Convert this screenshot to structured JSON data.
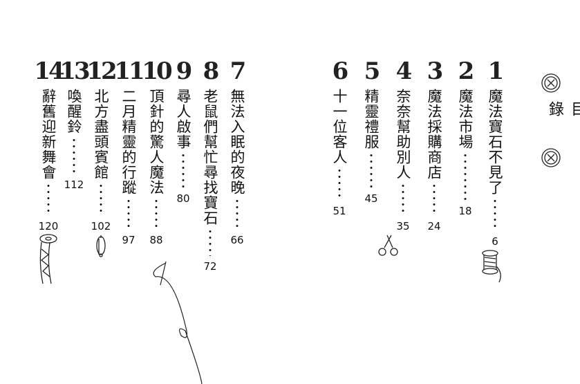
{
  "toc_title": "目錄",
  "chapters": [
    {
      "number": "1",
      "title": "魔法寶石不見了",
      "page": "6"
    },
    {
      "number": "2",
      "title": "魔法市場",
      "page": "18"
    },
    {
      "number": "3",
      "title": "魔法採購商店",
      "page": "24"
    },
    {
      "number": "4",
      "title": "奈奈幫助別人",
      "page": "35"
    },
    {
      "number": "5",
      "title": "精靈禮服",
      "page": "45"
    },
    {
      "number": "6",
      "title": "十一位客人",
      "page": "51"
    },
    {
      "number": "7",
      "title": "無法入眠的夜晚",
      "page": "66"
    },
    {
      "number": "8",
      "title": "老鼠們幫忙尋找寶石",
      "page": "72"
    },
    {
      "number": "9",
      "title": "尋人啟事",
      "page": "80"
    },
    {
      "number": "10",
      "title": "頂針的驚人魔法",
      "page": "88"
    },
    {
      "number": "11",
      "title": "二月精靈的行蹤",
      "page": "97"
    },
    {
      "number": "12",
      "title": "北方盡頭賓館",
      "page": "102"
    },
    {
      "number": "13",
      "title": "喚醒鈴",
      "page": "112"
    },
    {
      "number": "14",
      "title": "辭舊迎新舞會",
      "page": "120"
    }
  ]
}
